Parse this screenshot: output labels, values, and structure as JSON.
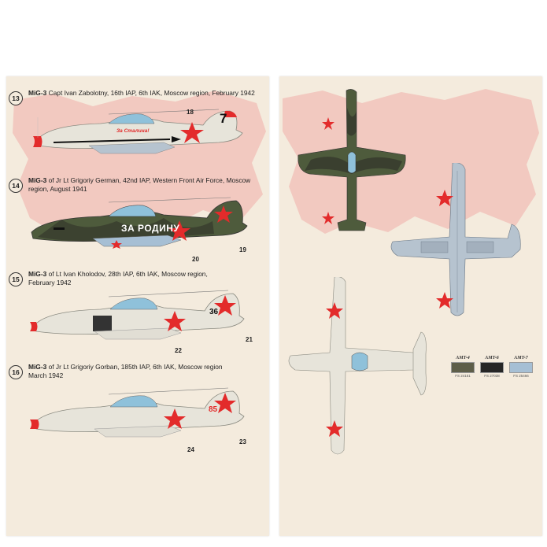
{
  "profiles": [
    {
      "num": "13",
      "model": "MiG-3",
      "desc": "Capt Ivan Zabolotny, 16th IAP, 6th IAK, Moscow region, February 1942",
      "tail_number": "7",
      "slogan": "За Сталина!",
      "callouts": [
        "18"
      ]
    },
    {
      "num": "14",
      "model": "MiG-3",
      "desc": "of Jr Lt Grigoriy German, 42nd IAP, Western Front Air Force, Moscow region, August 1941",
      "slogan": "ЗА РОДИНУ",
      "callouts": [
        "20",
        "19"
      ]
    },
    {
      "num": "15",
      "model": "MiG-3",
      "desc": "of Lt Ivan Kholodov, 28th IAP, 6th IAK, Moscow region, February 1942",
      "tail_number": "36",
      "callouts": [
        "22",
        "21"
      ]
    },
    {
      "num": "16",
      "model": "MiG-3",
      "desc": "of Jr Lt Grigoriy Gorban, 185th IAP, 6th IAK, Moscow region March 1942",
      "tail_number": "85",
      "callouts": [
        "24",
        "23"
      ]
    }
  ],
  "swatches": [
    {
      "label": "AMT-4",
      "fs": "FS 24151",
      "color": "#5e5e49"
    },
    {
      "label": "AMT-6",
      "fs": "FS 27038",
      "color": "#262626"
    },
    {
      "label": "AMT-7",
      "fs": "FS 25466",
      "color": "#a6bfd4"
    }
  ],
  "colors": {
    "star": "#e32b2b",
    "map": "#f2c9c0",
    "paper": "#f4ebdd",
    "white_camo": "#e7e4da",
    "light_blue": "#b6c3cf",
    "dark_green": "#4e5b3c",
    "canopy": "#8fc1da"
  }
}
